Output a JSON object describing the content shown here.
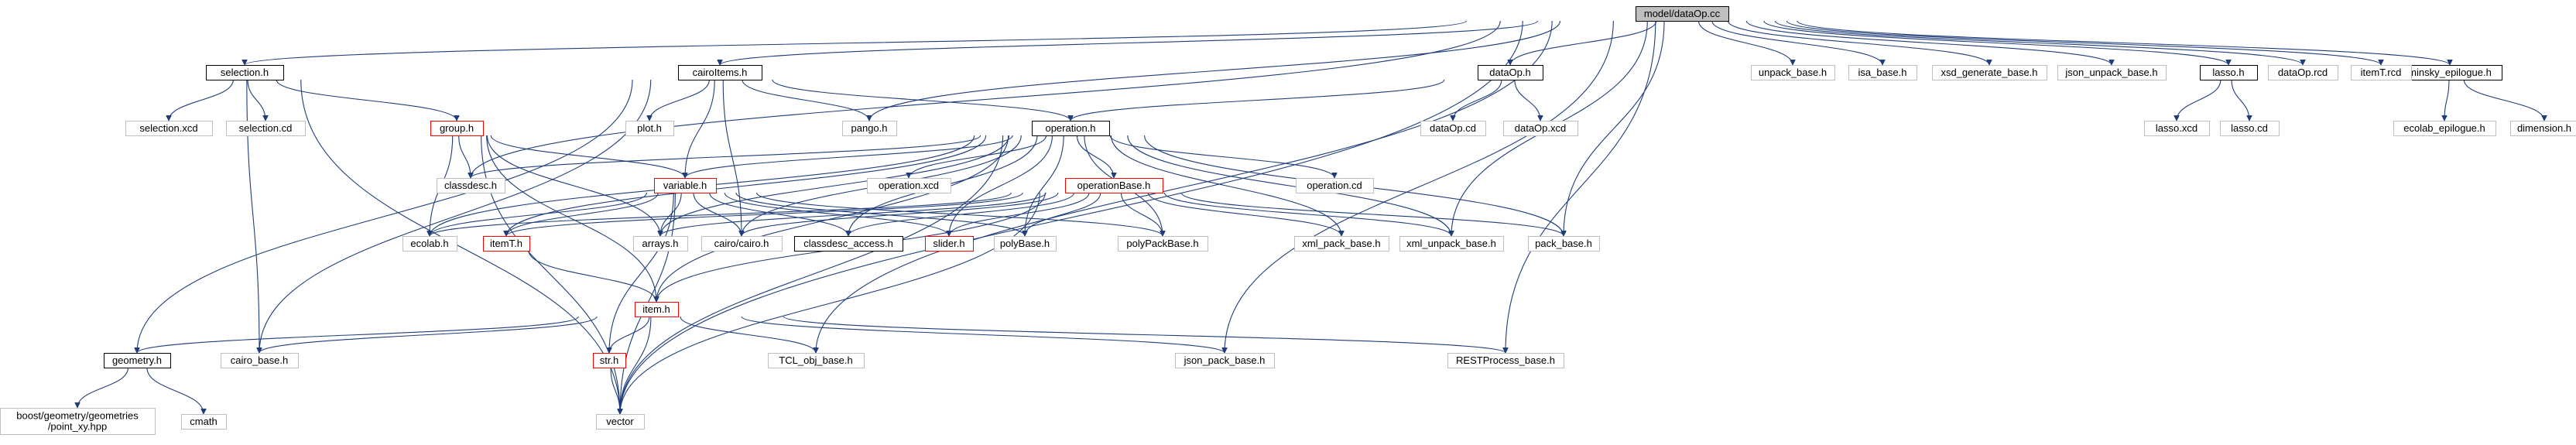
{
  "diagram": {
    "nodes": [
      {
        "id": "root",
        "label": "model/dataOp.cc",
        "kind": "root"
      },
      {
        "id": "selection_h",
        "label": "selection.h",
        "kind": "normal"
      },
      {
        "id": "cairoItems_h",
        "label": "cairoItems.h",
        "kind": "normal"
      },
      {
        "id": "dataOp_h",
        "label": "dataOp.h",
        "kind": "normal"
      },
      {
        "id": "lasso_h",
        "label": "lasso.h",
        "kind": "normal"
      },
      {
        "id": "minsky_epilogue_h",
        "label": "minsky_epilogue.h",
        "kind": "normal"
      },
      {
        "id": "unpack_base_h",
        "label": "unpack_base.h",
        "kind": "external"
      },
      {
        "id": "isa_base_h",
        "label": "isa_base.h",
        "kind": "external"
      },
      {
        "id": "xsd_generate_base_h",
        "label": "xsd_generate_base.h",
        "kind": "external"
      },
      {
        "id": "json_unpack_base_h",
        "label": "json_unpack_base.h",
        "kind": "external"
      },
      {
        "id": "dataOp_rcd",
        "label": "dataOp.rcd",
        "kind": "external"
      },
      {
        "id": "itemT_rcd",
        "label": "itemT.rcd",
        "kind": "external"
      },
      {
        "id": "selection_xcd",
        "label": "selection.xcd",
        "kind": "external"
      },
      {
        "id": "selection_cd",
        "label": "selection.cd",
        "kind": "external"
      },
      {
        "id": "group_h",
        "label": "group.h",
        "kind": "truncated"
      },
      {
        "id": "plot_h",
        "label": "plot.h",
        "kind": "external"
      },
      {
        "id": "pango_h",
        "label": "pango.h",
        "kind": "external"
      },
      {
        "id": "operation_h",
        "label": "operation.h",
        "kind": "normal"
      },
      {
        "id": "dataOp_cd",
        "label": "dataOp.cd",
        "kind": "external"
      },
      {
        "id": "dataOp_xcd",
        "label": "dataOp.xcd",
        "kind": "external"
      },
      {
        "id": "lasso_xcd",
        "label": "lasso.xcd",
        "kind": "external"
      },
      {
        "id": "lasso_cd",
        "label": "lasso.cd",
        "kind": "external"
      },
      {
        "id": "ecolab_epilogue_h",
        "label": "ecolab_epilogue.h",
        "kind": "external"
      },
      {
        "id": "dimension_h",
        "label": "dimension.h",
        "kind": "external"
      },
      {
        "id": "classdesc_h",
        "label": "classdesc.h",
        "kind": "external"
      },
      {
        "id": "variable_h",
        "label": "variable.h",
        "kind": "truncated"
      },
      {
        "id": "operation_xcd",
        "label": "operation.xcd",
        "kind": "external"
      },
      {
        "id": "operation_cd",
        "label": "operation.cd",
        "kind": "external"
      },
      {
        "id": "operationBase_h",
        "label": "operationBase.h",
        "kind": "truncated"
      },
      {
        "id": "ecolab_h",
        "label": "ecolab.h",
        "kind": "external"
      },
      {
        "id": "itemT_h",
        "label": "itemT.h",
        "kind": "truncated"
      },
      {
        "id": "arrays_h",
        "label": "arrays.h",
        "kind": "external"
      },
      {
        "id": "cairo_cairo_h",
        "label": "cairo/cairo.h",
        "kind": "external"
      },
      {
        "id": "classdesc_access_h",
        "label": "classdesc_access.h",
        "kind": "normal"
      },
      {
        "id": "slider_h",
        "label": "slider.h",
        "kind": "truncated"
      },
      {
        "id": "polyBase_h",
        "label": "polyBase.h",
        "kind": "external"
      },
      {
        "id": "polyPackBase_h",
        "label": "polyPackBase.h",
        "kind": "external"
      },
      {
        "id": "xml_pack_base_h",
        "label": "xml_pack_base.h",
        "kind": "external"
      },
      {
        "id": "xml_unpack_base_h",
        "label": "xml_unpack_base.h",
        "kind": "external"
      },
      {
        "id": "pack_base_h",
        "label": "pack_base.h",
        "kind": "external"
      },
      {
        "id": "item_h",
        "label": "item.h",
        "kind": "truncated"
      },
      {
        "id": "geometry_h",
        "label": "geometry.h",
        "kind": "normal"
      },
      {
        "id": "cairo_base_h",
        "label": "cairo_base.h",
        "kind": "external"
      },
      {
        "id": "str_h",
        "label": "str.h",
        "kind": "truncated"
      },
      {
        "id": "TCL_obj_base_h",
        "label": "TCL_obj_base.h",
        "kind": "external"
      },
      {
        "id": "json_pack_base_h",
        "label": "json_pack_base.h",
        "kind": "external"
      },
      {
        "id": "RESTProcess_base_h",
        "label": "RESTProcess_base.h",
        "kind": "external"
      },
      {
        "id": "boost_point_xy",
        "label": "boost/geometry/geometries\n/point_xy.hpp",
        "kind": "external"
      },
      {
        "id": "cmath",
        "label": "cmath",
        "kind": "external"
      },
      {
        "id": "vector",
        "label": "vector",
        "kind": "external"
      }
    ],
    "edges": [
      [
        "root",
        "selection_h"
      ],
      [
        "root",
        "cairoItems_h"
      ],
      [
        "root",
        "dataOp_h"
      ],
      [
        "root",
        "lasso_h"
      ],
      [
        "root",
        "minsky_epilogue_h"
      ],
      [
        "root",
        "unpack_base_h"
      ],
      [
        "root",
        "isa_base_h"
      ],
      [
        "root",
        "xsd_generate_base_h"
      ],
      [
        "root",
        "json_unpack_base_h"
      ],
      [
        "root",
        "dataOp_rcd"
      ],
      [
        "root",
        "itemT_rcd"
      ],
      [
        "root",
        "pango_h"
      ],
      [
        "root",
        "classdesc_h"
      ],
      [
        "root",
        "xml_unpack_base_h"
      ],
      [
        "root",
        "pack_base_h"
      ],
      [
        "root",
        "TCL_obj_base_h"
      ],
      [
        "root",
        "json_pack_base_h"
      ],
      [
        "root",
        "RESTProcess_base_h"
      ],
      [
        "root",
        "vector"
      ],
      [
        "selection_h",
        "selection_xcd"
      ],
      [
        "selection_h",
        "selection_cd"
      ],
      [
        "selection_h",
        "group_h"
      ],
      [
        "selection_h",
        "cairo_base_h"
      ],
      [
        "selection_h",
        "vector"
      ],
      [
        "cairoItems_h",
        "plot_h"
      ],
      [
        "cairoItems_h",
        "pango_h"
      ],
      [
        "cairoItems_h",
        "operation_h"
      ],
      [
        "cairoItems_h",
        "variable_h"
      ],
      [
        "cairoItems_h",
        "cairo_cairo_h"
      ],
      [
        "cairoItems_h",
        "geometry_h"
      ],
      [
        "cairoItems_h",
        "cairo_base_h"
      ],
      [
        "dataOp_h",
        "operation_h"
      ],
      [
        "dataOp_h",
        "dataOp_cd"
      ],
      [
        "dataOp_h",
        "dataOp_xcd"
      ],
      [
        "lasso_h",
        "lasso_xcd"
      ],
      [
        "lasso_h",
        "lasso_cd"
      ],
      [
        "minsky_epilogue_h",
        "ecolab_epilogue_h"
      ],
      [
        "minsky_epilogue_h",
        "dimension_h"
      ],
      [
        "group_h",
        "classdesc_h"
      ],
      [
        "group_h",
        "variable_h"
      ],
      [
        "group_h",
        "ecolab_h"
      ],
      [
        "group_h",
        "arrays_h"
      ],
      [
        "group_h",
        "item_h"
      ],
      [
        "group_h",
        "vector"
      ],
      [
        "operation_h",
        "classdesc_h"
      ],
      [
        "operation_h",
        "variable_h"
      ],
      [
        "operation_h",
        "operation_xcd"
      ],
      [
        "operation_h",
        "operation_cd"
      ],
      [
        "operation_h",
        "operationBase_h"
      ],
      [
        "operation_h",
        "ecolab_h"
      ],
      [
        "operation_h",
        "itemT_h"
      ],
      [
        "operation_h",
        "arrays_h"
      ],
      [
        "operation_h",
        "cairo_cairo_h"
      ],
      [
        "operation_h",
        "classdesc_access_h"
      ],
      [
        "operation_h",
        "slider_h"
      ],
      [
        "operation_h",
        "polyBase_h"
      ],
      [
        "operation_h",
        "polyPackBase_h"
      ],
      [
        "operation_h",
        "xml_pack_base_h"
      ],
      [
        "operation_h",
        "xml_unpack_base_h"
      ],
      [
        "operation_h",
        "pack_base_h"
      ],
      [
        "operation_h",
        "item_h"
      ],
      [
        "operation_h",
        "vector"
      ],
      [
        "variable_h",
        "ecolab_h"
      ],
      [
        "variable_h",
        "itemT_h"
      ],
      [
        "variable_h",
        "arrays_h"
      ],
      [
        "variable_h",
        "cairo_cairo_h"
      ],
      [
        "variable_h",
        "classdesc_access_h"
      ],
      [
        "variable_h",
        "slider_h"
      ],
      [
        "variable_h",
        "polyBase_h"
      ],
      [
        "variable_h",
        "polyPackBase_h"
      ],
      [
        "variable_h",
        "str_h"
      ],
      [
        "variable_h",
        "vector"
      ],
      [
        "operationBase_h",
        "ecolab_h"
      ],
      [
        "operationBase_h",
        "itemT_h"
      ],
      [
        "operationBase_h",
        "arrays_h"
      ],
      [
        "operationBase_h",
        "cairo_cairo_h"
      ],
      [
        "operationBase_h",
        "classdesc_access_h"
      ],
      [
        "operationBase_h",
        "slider_h"
      ],
      [
        "operationBase_h",
        "polyBase_h"
      ],
      [
        "operationBase_h",
        "polyPackBase_h"
      ],
      [
        "operationBase_h",
        "xml_pack_base_h"
      ],
      [
        "operationBase_h",
        "xml_unpack_base_h"
      ],
      [
        "operationBase_h",
        "pack_base_h"
      ],
      [
        "operationBase_h",
        "item_h"
      ],
      [
        "operationBase_h",
        "vector"
      ],
      [
        "itemT_h",
        "item_h"
      ],
      [
        "item_h",
        "geometry_h"
      ],
      [
        "item_h",
        "cairo_base_h"
      ],
      [
        "item_h",
        "str_h"
      ],
      [
        "item_h",
        "TCL_obj_base_h"
      ],
      [
        "item_h",
        "json_pack_base_h"
      ],
      [
        "item_h",
        "RESTProcess_base_h"
      ],
      [
        "item_h",
        "vector"
      ],
      [
        "str_h",
        "vector"
      ],
      [
        "geometry_h",
        "boost_point_xy"
      ],
      [
        "geometry_h",
        "cmath"
      ]
    ],
    "colors": {
      "edge": "#1f3d7a",
      "normal_border": "#000000",
      "external_border": "#bfbfbf",
      "truncated_border": "#ff0000",
      "root_fill": "#bfbfbf",
      "text": "#000000"
    }
  }
}
